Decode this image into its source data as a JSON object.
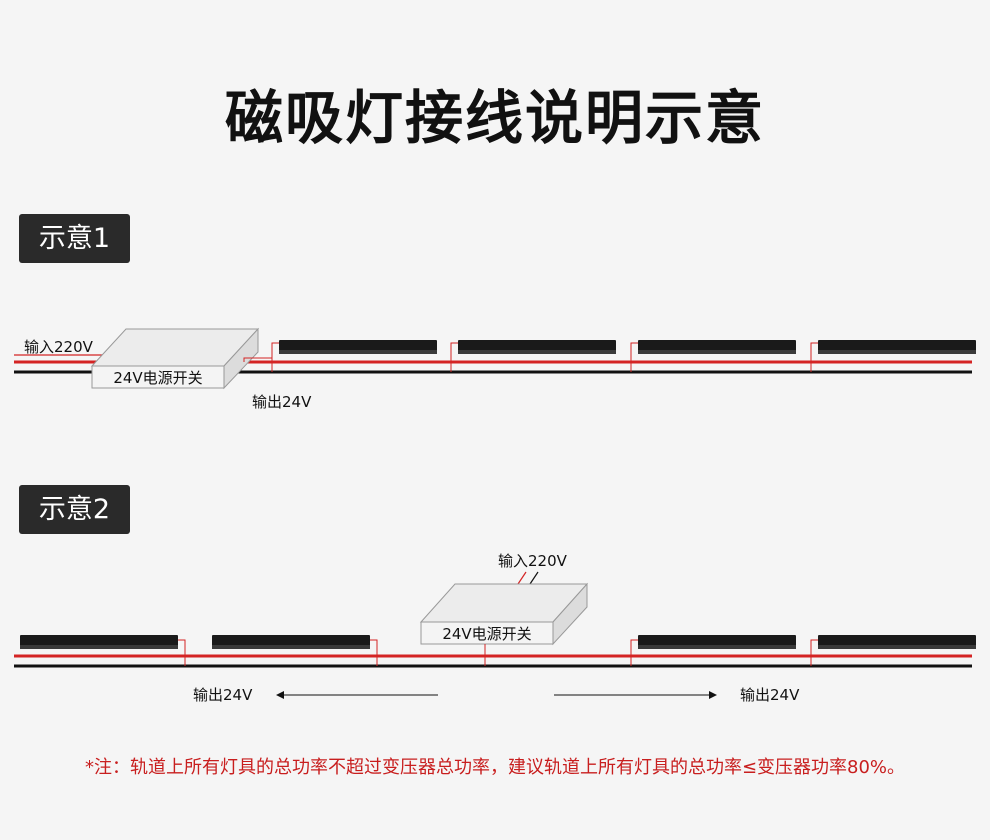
{
  "title": "磁吸灯接线说明示意",
  "diagram1": {
    "badge": "示意1",
    "input_label": "输入220V",
    "psu_label": "24V电源开关",
    "output_label": "输出24V"
  },
  "diagram2": {
    "badge": "示意2",
    "input_label": "输入220V",
    "psu_label": "24V电源开关",
    "output_left_label": "输出24V",
    "output_right_label": "输出24V"
  },
  "note": "*注：轨道上所有灯具的总功率不超过变压器总功率，建议轨道上所有灯具的总功率≤变压器功率80%。",
  "colors": {
    "wire_red": "#d42424",
    "wire_black": "#111111",
    "light_bar": "#1a1a1a",
    "badge_bg": "#2a2a2a",
    "note_red": "#c81e1e"
  }
}
